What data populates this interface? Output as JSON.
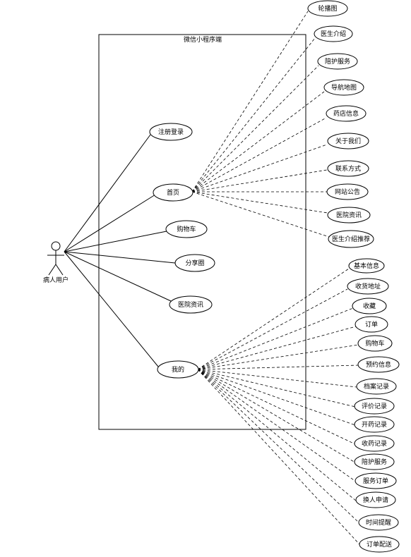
{
  "system": {
    "title": "微信小程序端"
  },
  "actor": {
    "label": "病人用户"
  },
  "usecases": {
    "register": "注册登录",
    "home": "首页",
    "cart": "购物车",
    "share": "分享圈",
    "news": "医院资讯",
    "mine": "我的"
  },
  "home_items": [
    "轮播图",
    "医生介绍",
    "陪护服务",
    "导航地图",
    "药店信息",
    "关于我们",
    "联系方式",
    "网站公告",
    "医院资讯",
    "医生介绍推荐"
  ],
  "mine_items": [
    "基本信息",
    "收货地址",
    "收藏",
    "订单",
    "购物车",
    "预约信息",
    "档案记录",
    "评价记录",
    "开药记录",
    "收药记录",
    "陪护服务",
    "服务订单",
    "换人申请",
    "时间提醒",
    "订单配送"
  ]
}
